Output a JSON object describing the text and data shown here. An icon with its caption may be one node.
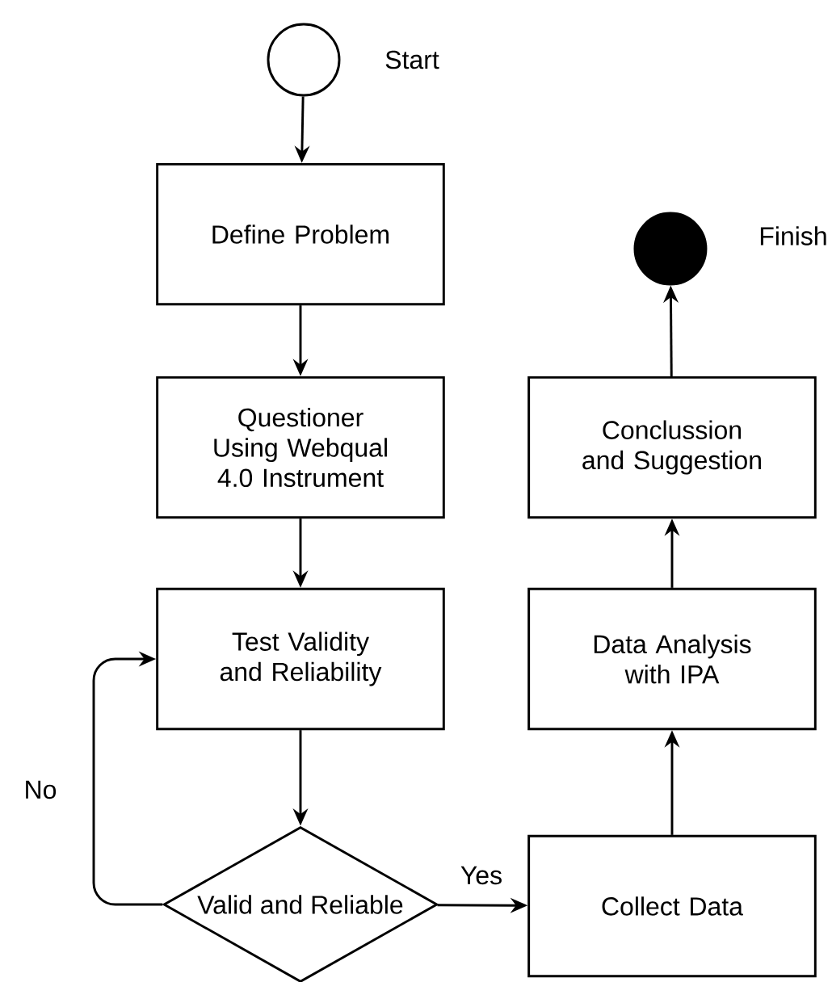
{
  "diagram": {
    "nodes": [
      {
        "text": [],
        "shape": "circle",
        "beside": [
          "Start"
        ]
      },
      {
        "text": [
          "Define Problem"
        ]
      },
      {
        "text": [
          "Questioner Using Webqual 4.0 Instrument"
        ]
      },
      {
        "text": [
          "Test Validity and Reliability"
        ]
      },
      {
        "text": [
          "Valid and Reliable"
        ]
      },
      {
        "text": [
          "Collect Data"
        ]
      },
      {
        "text": [
          "Data Analysis with IPA"
        ]
      },
      {
        "text": [
          "Conclussion and Suggestion"
        ]
      },
      {
        "text": [],
        "shape": "circle",
        "beside": [
          "Finish"
        ]
      }
    ],
    "edges": [
      {
        "from": 0,
        "to": 1,
        "arrow": "to"
      },
      {
        "from": 1,
        "to": 2,
        "arrow": "to"
      },
      {
        "from": 2,
        "to": 3,
        "arrow": "to"
      },
      {
        "from": 3,
        "to": 4,
        "arrow": "to"
      },
      {
        "from": 4,
        "to": 5,
        "arrow": "to",
        "label": "Yes"
      },
      {
        "from": 4,
        "to": 3,
        "arrow": "to",
        "label": "No"
      },
      {
        "from": 5,
        "to": 6,
        "arrow": "to"
      },
      {
        "from": 6,
        "to": 7,
        "arrow": "to"
      },
      {
        "from": 7,
        "to": 8,
        "arrow": "to"
      }
    ]
  }
}
